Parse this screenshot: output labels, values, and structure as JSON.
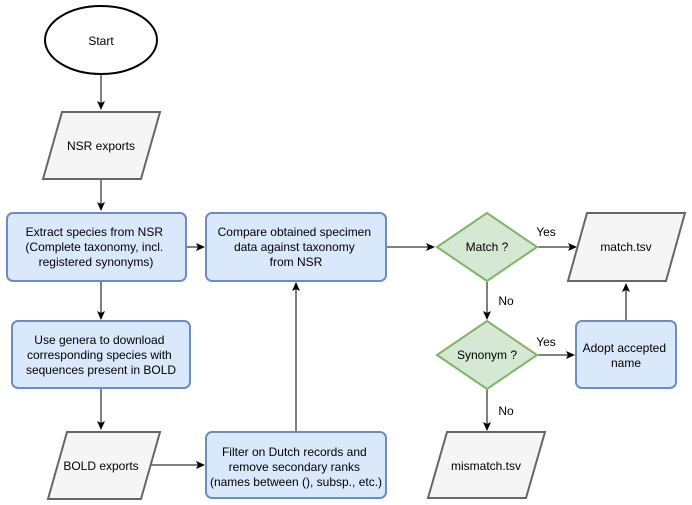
{
  "nodes": {
    "start": "Start",
    "nsr_exports": "NSR exports",
    "extract_species": [
      "Extract species from NSR",
      "(Complete taxonomy, incl.",
      "registered synonyms)"
    ],
    "use_genera": [
      "Use genera to download",
      "corresponding species with",
      "sequences present in BOLD"
    ],
    "bold_exports": "BOLD exports",
    "filter_dutch": [
      "Filter on Dutch records and",
      "remove secondary ranks",
      "(names between (), subsp., etc.)"
    ],
    "compare": [
      "Compare obtained specimen",
      "data against taxonomy",
      "from NSR"
    ],
    "match_decision": "Match ?",
    "synonym_decision": "Synonym ?",
    "match_tsv": "match.tsv",
    "mismatch_tsv": "mismatch.tsv",
    "adopt_name": [
      "Adopt accepted",
      "name"
    ]
  },
  "edges": {
    "match_yes": "Yes",
    "match_no": "No",
    "synonym_yes": "Yes",
    "synonym_no": "No"
  }
}
